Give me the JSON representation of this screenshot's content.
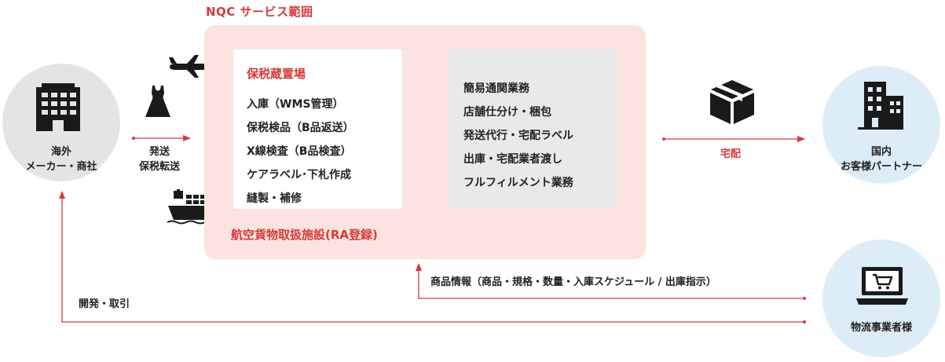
{
  "service_title": "NQC サービス範囲",
  "overseas_line1": "海外",
  "overseas_line2": "メーカー・商社",
  "shipping_line1": "発送",
  "shipping_line2": "保税転送",
  "bonded_title": "保税蔵置場",
  "bonded_items": [
    "入庫（WMS管理）",
    "保税検品（B品返送）",
    "X線検査（B品検査）",
    "ケアラベル･下札作成",
    "縫製・補修"
  ],
  "service_items": [
    "簡易通関業務",
    "店舗仕分け・梱包",
    "発送代行・宅配ラベル",
    "出庫・宅配業者渡し",
    "フルフィルメント業務"
  ],
  "aviation_facility": "航空貨物取扱施設(RA登録)",
  "delivery_label": "宅配",
  "domestic_line1": "国内",
  "domestic_line2": "お客様パートナー",
  "product_info": "商品情報（商品・規格・数量・入庫スケジュール / 出庫指示）",
  "dev_trade": "開発・取引",
  "logistics": "物流事業者様",
  "colors": {
    "accent": "#d63a3a",
    "service_bg": "#fbe3df",
    "panel_gray": "#e9e9e9",
    "circle_gray": "#e4e4e4",
    "circle_blue": "#dcedf8",
    "icon": "#1a1a1a"
  },
  "icons": [
    "office-building-icon",
    "airplane-icon",
    "dress-icon",
    "cargo-ship-icon",
    "parcel-box-icon",
    "apartment-building-icon",
    "laptop-cart-icon"
  ]
}
